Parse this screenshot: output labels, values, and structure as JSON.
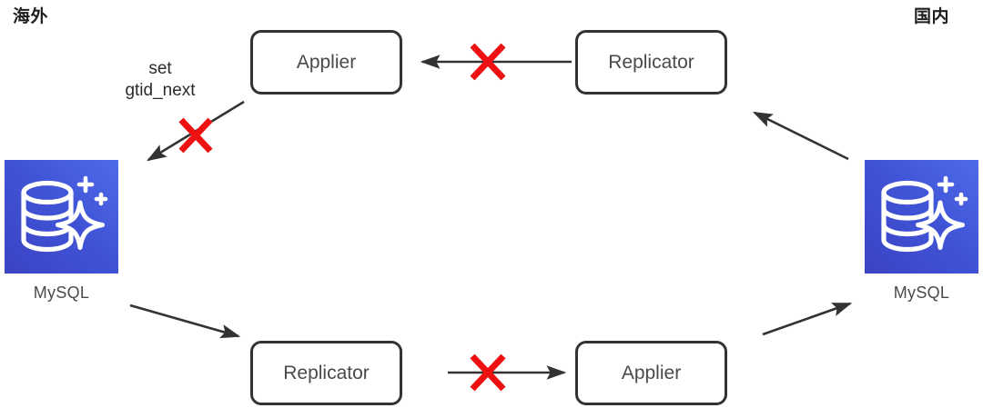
{
  "diagram": {
    "title_left": "海外",
    "title_right": "国内",
    "annotation": {
      "line1": "set",
      "line2": "gtid_next"
    },
    "nodes": {
      "applier_top": "Applier",
      "replicator_top": "Replicator",
      "replicator_bottom": "Replicator",
      "applier_bottom": "Applier",
      "db_left_caption": "MySQL",
      "db_right_caption": "MySQL"
    },
    "icons": {
      "database": "database-sparkle-icon",
      "blocked": "red-x-icon"
    },
    "colors": {
      "box_border": "#333333",
      "box_text": "#4a4a4a",
      "arrow": "#333333",
      "blocked": "#ee1111",
      "db_gradient_start": "#3b43c4",
      "db_gradient_end": "#4a68e8",
      "label_text": "#1f1f1f"
    },
    "edges": [
      {
        "id": "replicator-top-to-applier-top",
        "from": "replicator_top",
        "to": "applier_top",
        "direction": "left",
        "blocked": true
      },
      {
        "id": "applier-top-to-db-left",
        "from": "applier_top",
        "to": "db_left",
        "direction": "down-left",
        "blocked": true,
        "label": "set gtid_next"
      },
      {
        "id": "db-left-to-replicator-bottom",
        "from": "db_left",
        "to": "replicator_bottom",
        "direction": "down-right",
        "blocked": false
      },
      {
        "id": "replicator-bottom-to-applier-bottom",
        "from": "replicator_bottom",
        "to": "applier_bottom",
        "direction": "right",
        "blocked": true
      },
      {
        "id": "applier-bottom-to-db-right",
        "from": "applier_bottom",
        "to": "db_right",
        "direction": "up-right",
        "blocked": false
      },
      {
        "id": "db-right-to-replicator-top",
        "from": "db_right",
        "to": "replicator_top",
        "direction": "up-left",
        "blocked": false
      }
    ]
  }
}
